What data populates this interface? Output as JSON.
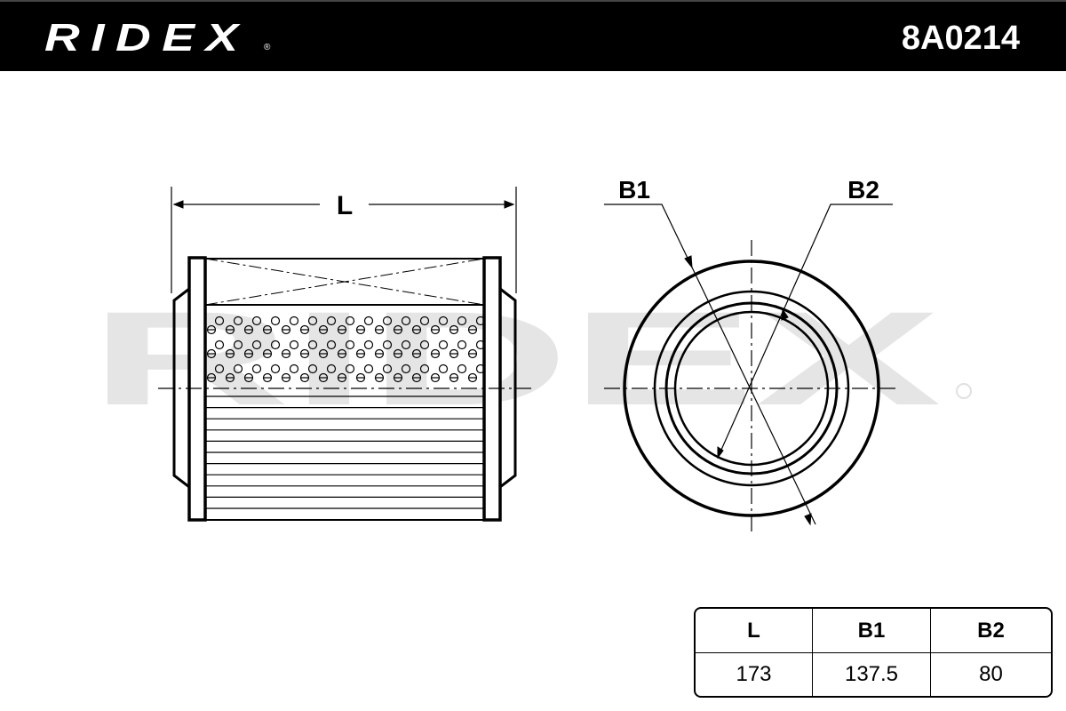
{
  "header": {
    "brand": "RIDEX",
    "part_number": "8A0214"
  },
  "watermark": "RIDEX",
  "labels": {
    "length": "L",
    "outer_diameter": "B1",
    "inner_diameter": "B2"
  },
  "table": {
    "headers": [
      "L",
      "B1",
      "B2"
    ],
    "values": [
      "173",
      "137.5",
      "80"
    ]
  },
  "colors": {
    "header_bg": "#000000",
    "watermark": "#e5e5e5",
    "line": "#000000"
  }
}
